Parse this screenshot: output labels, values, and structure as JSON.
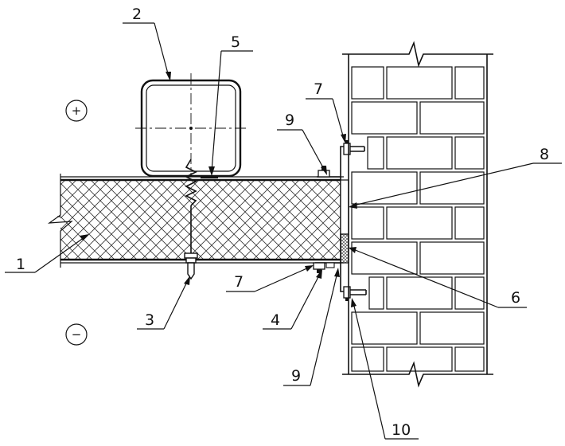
{
  "callouts": {
    "c1": "1",
    "c2": "2",
    "c3": "3",
    "c4": "4",
    "c5": "5",
    "c6": "6",
    "c7a": "7",
    "c7b": "7",
    "c8": "8",
    "c9a": "9",
    "c9b": "9",
    "c10": "10"
  },
  "zones": {
    "positive": "+",
    "negative": "−"
  }
}
